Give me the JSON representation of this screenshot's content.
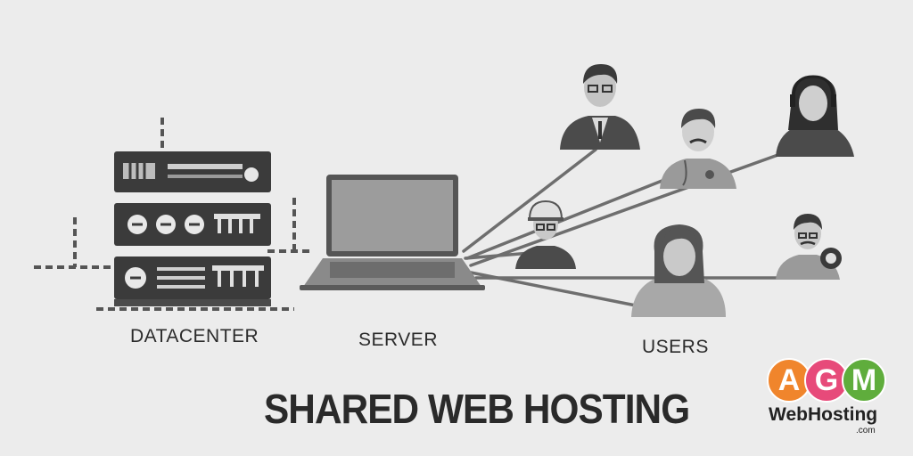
{
  "diagram": {
    "labels": {
      "datacenter": "DATACENTER",
      "server": "SERVER",
      "users": "USERS"
    },
    "title": "SHARED WEB HOSTING",
    "icons": {
      "datacenter": "server-rack-icon",
      "server": "laptop-icon",
      "users": [
        "businessman-icon",
        "doctor-icon",
        "headset-agent-icon",
        "engineer-icon",
        "woman-icon",
        "support-person-icon"
      ]
    }
  },
  "logo": {
    "letters": [
      "A",
      "G",
      "M"
    ],
    "name": "WebHosting",
    "suffix": ".com",
    "colors": [
      "#f0852c",
      "#e74a7a",
      "#5fad3c"
    ]
  }
}
